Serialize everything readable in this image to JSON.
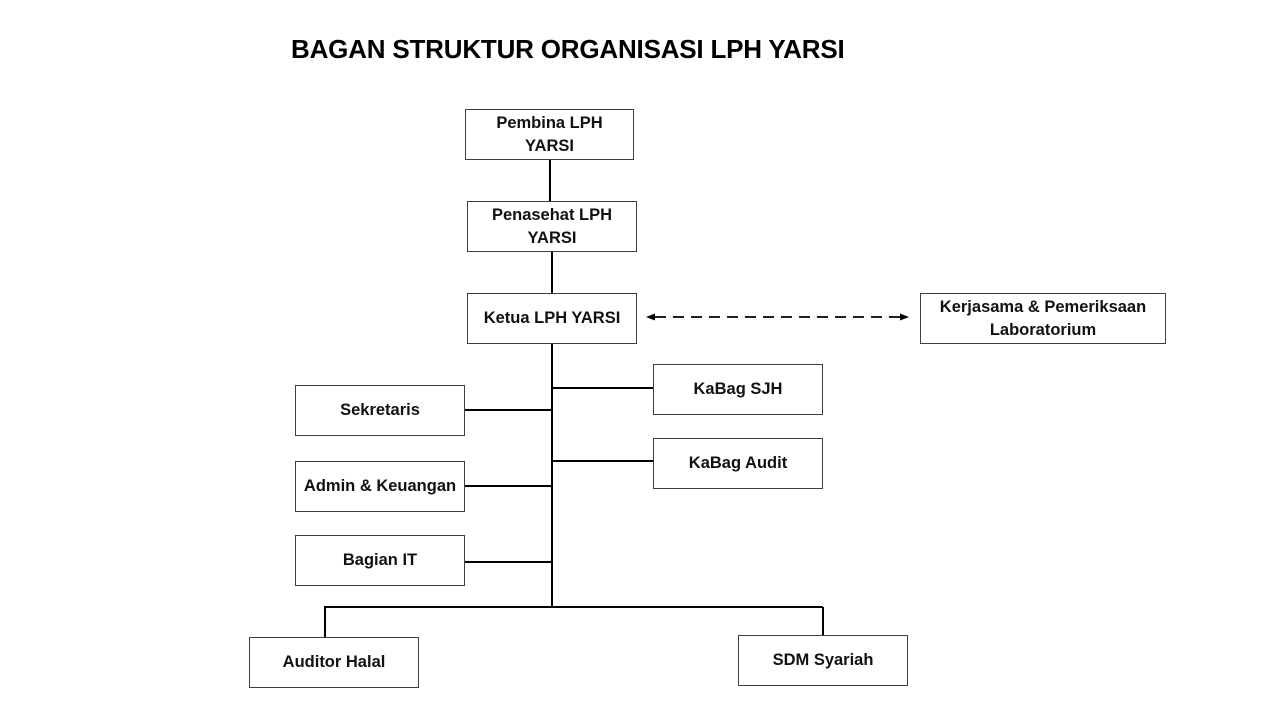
{
  "title": "BAGAN STRUKTUR ORGANISASI LPH YARSI",
  "nodes": {
    "pembina": "Pembina LPH YARSI",
    "penasehat": "Penasehat LPH YARSI",
    "ketua": "Ketua LPH YARSI",
    "kerjasama": "Kerjasama & Pemeriksaan Laboratorium",
    "kabag_sjh": "KaBag SJH",
    "kabag_audit": "KaBag Audit",
    "sekretaris": "Sekretaris",
    "admin_keuangan": "Admin & Keuangan",
    "bagian_it": "Bagian IT",
    "auditor_halal": "Auditor Halal",
    "sdm_syariah": "SDM Syariah"
  },
  "edges": [
    {
      "from": "pembina",
      "to": "penasehat",
      "style": "solid"
    },
    {
      "from": "penasehat",
      "to": "ketua",
      "style": "solid"
    },
    {
      "from": "ketua",
      "to": "kerjasama",
      "style": "dashed-bidirectional"
    },
    {
      "from": "ketua",
      "to": "kabag_sjh",
      "style": "solid"
    },
    {
      "from": "ketua",
      "to": "kabag_audit",
      "style": "solid"
    },
    {
      "from": "ketua",
      "to": "sekretaris",
      "style": "solid"
    },
    {
      "from": "ketua",
      "to": "admin_keuangan",
      "style": "solid"
    },
    {
      "from": "ketua",
      "to": "bagian_it",
      "style": "solid"
    },
    {
      "from": "ketua",
      "to": "auditor_halal",
      "style": "solid"
    },
    {
      "from": "ketua",
      "to": "sdm_syariah",
      "style": "solid"
    }
  ]
}
